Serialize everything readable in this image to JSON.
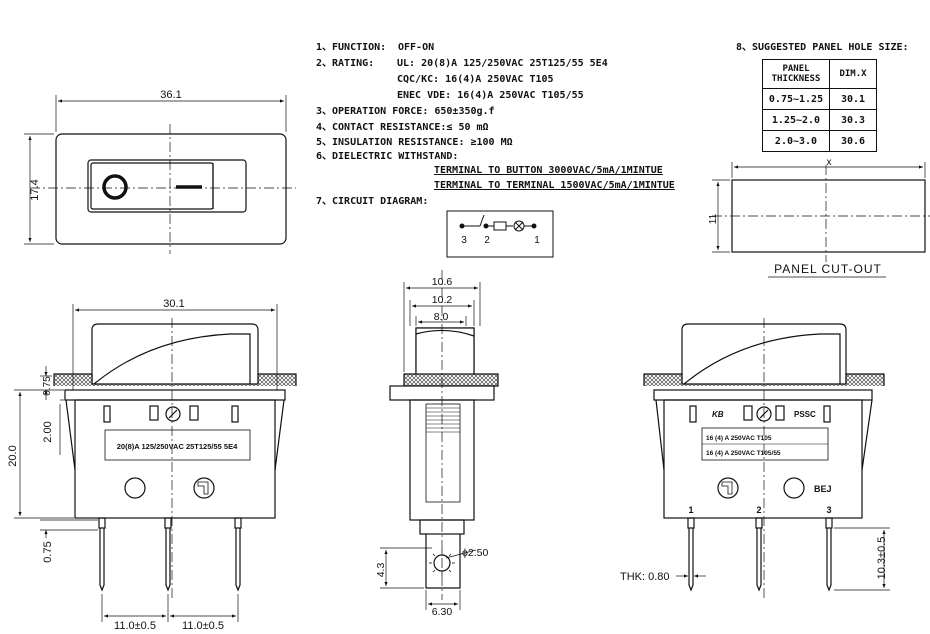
{
  "specs": {
    "function": {
      "label": "1、FUNCTION:",
      "value": "OFF-ON"
    },
    "rating": {
      "label": "2、RATING:",
      "lines": [
        "UL: 20(8)A 125/250VAC 25T125/55 5E4",
        "CQC/KC: 16(4)A 250VAC T105",
        "ENEC VDE: 16(4)A 250VAC T105/55"
      ]
    },
    "operation_force": "3、OPERATION FORCE: 650±350g.f",
    "contact_resistance": "4、CONTACT RESISTANCE:≤ 50 mΩ",
    "insulation_resistance": "5、INSULATION RESISTANCE: ≥100 MΩ",
    "dielectric": {
      "label": "6、DIELECTRIC WITHSTAND:",
      "lines": [
        "TERMINAL TO BUTTON 3000VAC/5mA/1MINTUE",
        "TERMINAL TO TERMINAL 1500VAC/5mA/1MINTUE"
      ]
    },
    "circuit_label": "7、CIRCUIT DIAGRAM:",
    "circuit_terminals": [
      "3",
      "2",
      "1"
    ]
  },
  "panel_hole": {
    "title": "8、SUGGESTED PANEL HOLE SIZE:",
    "headers": [
      "PANEL THICKNESS",
      "DIM.X"
    ],
    "rows": [
      [
        "0.75~1.25",
        "30.1"
      ],
      [
        "1.25~2.0",
        "30.3"
      ],
      [
        "2.0~3.0",
        "30.6"
      ]
    ],
    "cutout_label": "PANEL CUT-OUT",
    "dim_x": "x",
    "dim_h": "11"
  },
  "top_view": {
    "width": "36.1",
    "height": "17.4"
  },
  "front_view": {
    "width": "30.1",
    "height": "20.0",
    "dim_200": "2.00",
    "dim_075": "0.75",
    "pitch_left": "11.0±0.5",
    "pitch_right": "11.0±0.5",
    "label": "20(8)A 125/250VAC 25T125/55 5E4"
  },
  "side_view": {
    "d106": "10.6",
    "d102": "10.2",
    "d80": "8.0",
    "d43": "4.3",
    "hole": "ϕ2.50",
    "d630": "6.30"
  },
  "back_view": {
    "brand_left": "KB",
    "brand_right": "PSSC",
    "label_lines": [
      "16 (4) A 250VAC T105",
      "16 (4) A 250VAC T105/55"
    ],
    "bej": "BEJ",
    "terminals": [
      "1",
      "2",
      "3"
    ],
    "thk": "THK: 0.80",
    "length": "10.3±0.5"
  }
}
